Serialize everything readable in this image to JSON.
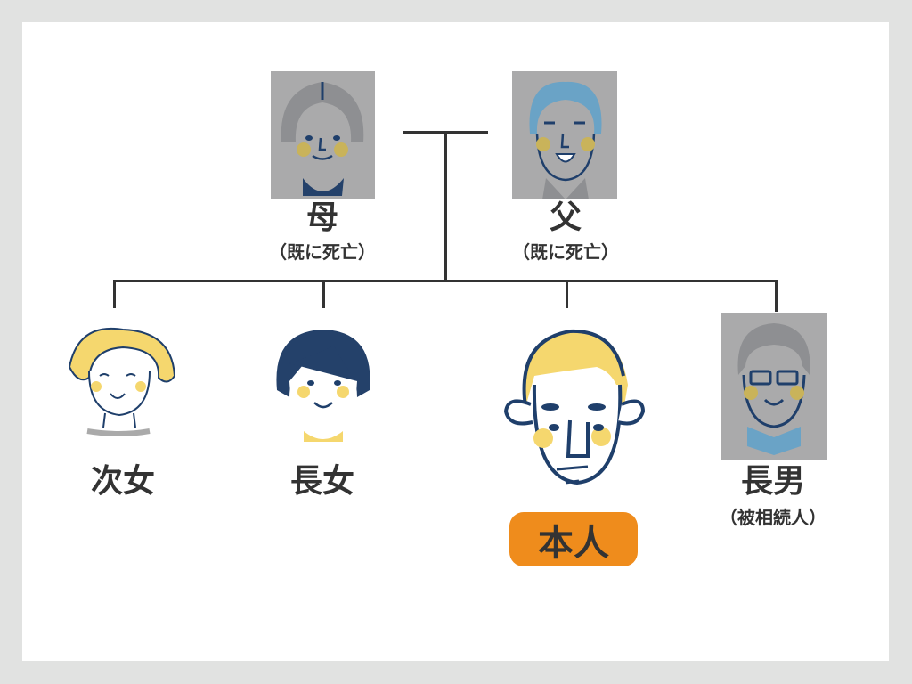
{
  "parents": {
    "mother": {
      "label": "母",
      "note": "（既に死亡）"
    },
    "father": {
      "label": "父",
      "note": "（既に死亡）"
    }
  },
  "children": {
    "second_daughter": {
      "label": "次女"
    },
    "eldest_daughter": {
      "label": "長女"
    },
    "self": {
      "label": "本人"
    },
    "eldest_son": {
      "label": "長男",
      "note": "（被相続人）"
    }
  },
  "colors": {
    "badge": "#ef8c1c",
    "line": "#333333",
    "deceased_photo_bg": "#aaaaab",
    "navy": "#1f3f6b",
    "yellow": "#f5d76e"
  }
}
